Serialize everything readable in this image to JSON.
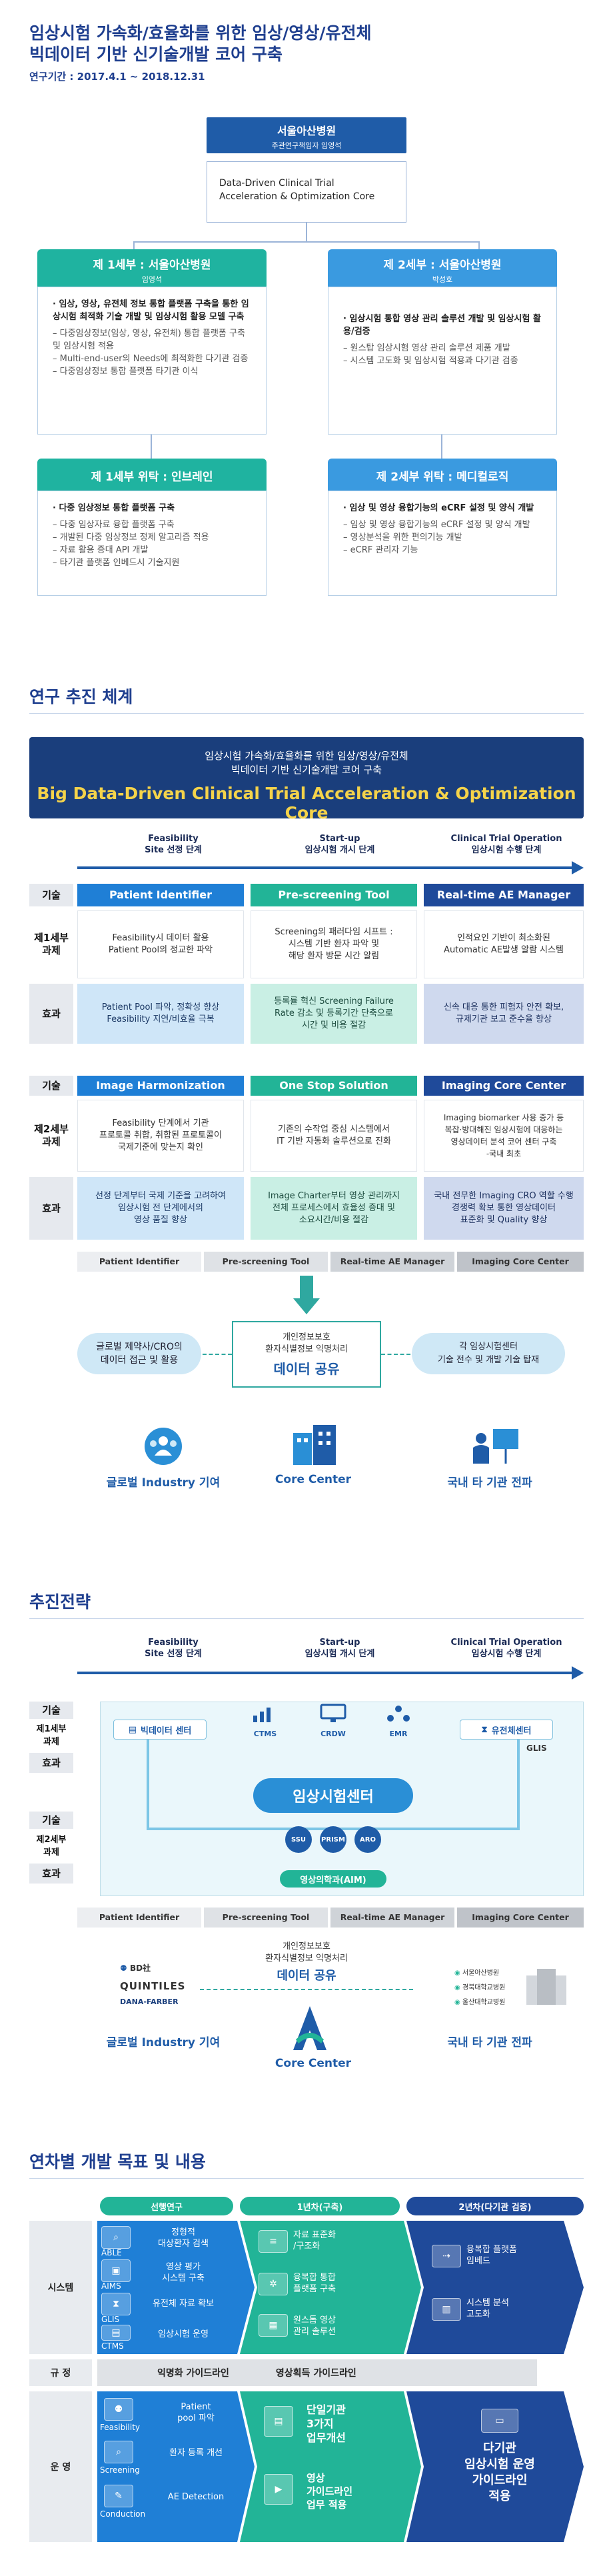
{
  "section1": {
    "title_lines": [
      "임상시험 가속화/효율화를 위한 임상/영상/유전체",
      "빅데이터 기반 신기술개발 코어 구축"
    ],
    "period": "연구기간 : 2017.4.1 ~ 2018.12.31",
    "hq": {
      "name": "서울아산병원",
      "role": "주관연구책임자 임영석"
    },
    "core": "Data-Driven Clinical Trial Acceleration & Optimization Core",
    "sub1": {
      "title": "제 1세부 : 서울아산병원",
      "pi": "임영석",
      "lead": "임상, 영상, 유전체 정보 통합 플랫폼 구축을 통한 임상시험 최적화 기술 개발 및 임상시험 활용 모델 구축",
      "items": [
        "다중임상정보(임상, 영상, 유전체) 통합 플랫폼 구축 및 임상시험 적용",
        "Multi-end-user의 Needs에 최적화한 다기관 검증",
        "다중임상정보 통합 플랫폼 타기관 이식"
      ]
    },
    "sub2": {
      "title": "제 2세부 : 서울아산병원",
      "pi": "박성호",
      "lead": "임상시험 통합 영상 관리 솔루션 개발 및 임상시험 활용/검증",
      "items": [
        "원스탑 임상시험 영상 관리 솔루션 제품 개발",
        "시스템 고도화 및 임상시험 적용과 다기관 검증"
      ]
    },
    "task1": {
      "title": "제 1세부 위탁 : 인브레인",
      "lead": "다중 임상정보 통합 플랫폼 구축",
      "items": [
        "다중 임상자료 융합 플랫폼 구축",
        "개발된 다중 임상정보 정제 알고리즘 적용",
        "자료 활용 증대 API 개발",
        "타기관 플랫폼 인베드시 기술지원"
      ]
    },
    "task2": {
      "title": "제 2세부 위탁 : 메디컬로직",
      "lead": "임상 및 영상 융합기능의 eCRF 설정 및 양식 개발",
      "items": [
        "임상 및 영상 융합기능의 eCRF 설정 및 양식 개발",
        "영상분석을 위한 편의기능 개발",
        "eCRF 관리자 기능"
      ]
    }
  },
  "section2": {
    "heading": "연구 추진 체계",
    "banner": {
      "line1": "임상시험 가속화/효율화를 위한 임상/영상/유전체",
      "line2": "빅데이터 기반 신기술개발 코어 구축",
      "line3": "Big Data-Driven Clinical Trial Acceleration & Optimization Core"
    },
    "phases": [
      {
        "en": "Feasibility",
        "ko": "Site 선정 단계"
      },
      {
        "en": "Start-up",
        "ko": "임상시험 개시 단계"
      },
      {
        "en": "Clinical Trial Operation",
        "ko": "임상시험 수행 단계"
      }
    ],
    "labels": {
      "tech": "기술",
      "effect": "효과",
      "task1": "제1세부\n과제",
      "task2": "제2세부\n과제"
    },
    "t1_heads": [
      "Patient Identifier",
      "Pre-screening Tool",
      "Real-time AE Manager"
    ],
    "t1_body": [
      "Feasibility시 데이터 활용\nPatient Pool의 정교한 파악",
      "Screening의 패러다임 시프트 :\n시스템 기반 환자 파악 및\n해당 환자 방문 시간 알림",
      "인적요인 기반이 최소화된\nAutomatic AE발생 알람 시스템"
    ],
    "t1_eff": [
      "Patient Pool 파악, 정확성 향상\nFeasibility 지연/비효율 극복",
      "등록률 혁신 Screening Failure\nRate 감소 및 등록기간 단축으로\n시간 및 비용 절감",
      "신속 대응 통한 피험자 안전 확보,\n규제기관 보고 준수율 향상"
    ],
    "t2_heads": [
      "Image Harmonization",
      "One Stop Solution",
      "Imaging Core Center"
    ],
    "t2_body": [
      "Feasibility 단계에서 기관\n프로토콜 취합, 취합된 프로토콜이\n국제기준에 맞는지 확인",
      "기존의 수작업 중심 시스템에서\nIT 기반 자동화 솔루션으로 진화",
      "Imaging biomarker 사용 증가 등\n복잡·방대해진 임상시험에 대응하는\n영상데이터 분석 코어 센터 구축\n-국내 최초"
    ],
    "t2_eff": [
      "선정 단계부터 국제 기준을 고려하여\n임상시험 전 단계에서의\n영상 품질 향상",
      "Image Charter부터 영상 관리까지\n전체 프로세스에서 효율성 증대 및\n소요시간/비용 절감",
      "국내 전무한 Imaging CRO 역할 수행\n경쟁력 확보 통한 영상데이터\n표준화 및 Quality 향상"
    ],
    "tabs": [
      "Patient Identifier",
      "Pre-screening Tool",
      "Real-time AE Manager",
      "Imaging Core Center"
    ],
    "share": {
      "line1": "개인정보보호",
      "line2": "환자식별정보 익명처리",
      "main": "데이터 공유"
    },
    "left_box": "글로벌 제약사/CRO의\n데이터 접근 및 활용",
    "right_box": "각 임상시험센터\n기술 전수 및 개발 기술 탑재",
    "bottom": [
      "글로벌 Industry 기여",
      "Core Center",
      "국내 타 기관 전파"
    ]
  },
  "section3": {
    "heading": "추진전략",
    "labels": {
      "tech": "기술",
      "t1": "제1세부\n과제",
      "effect": "효과",
      "t2": "제2세부\n과제"
    },
    "nodes": {
      "bigdata": "빅데이터 센터",
      "ctms": "CTMS",
      "crdw": "CRDW",
      "emr": "EMR",
      "genome": "유전체센터",
      "glis": "GLIS",
      "center": "임상시험센터",
      "ssu": "SSU",
      "prism": "PRISM",
      "aro": "ARO",
      "aim": "영상의학과(AIM)"
    },
    "partners_left": [
      "BD社",
      "QUINTILES",
      "DANA-FARBER"
    ],
    "partners_right": [
      "서울아산병원",
      "경북대학교병원",
      "울산대학교병원"
    ],
    "bottom": [
      "글로벌 Industry 기여",
      "Core Center",
      "국내 타 기관 전파"
    ]
  },
  "section4": {
    "heading": "연차별 개발 목표 및 내용",
    "cols": [
      "선행연구",
      "1년차(구축)",
      "2년차(다기관 검증)"
    ],
    "rows": [
      "시스템",
      "규 정",
      "운 영"
    ],
    "sys_prev": [
      {
        "icon": "ABLE",
        "text": "정형적\n대상환자 검색"
      },
      {
        "icon": "AIMS",
        "text": "영상 평가\n시스템 구축"
      },
      {
        "icon": "GLIS",
        "text": "유전체 자료 확보"
      },
      {
        "icon": "CTMS",
        "text": "임상시험 운영"
      }
    ],
    "sys_y1": [
      "자료 표준화\n/구조화",
      "융복합 통합\n플랫폼 구축",
      "원스톱 영상\n관리 솔루션"
    ],
    "sys_y2": [
      "융복합 플랫폼\n임베드",
      "시스템 분석\n고도화"
    ],
    "reg": [
      "익명화 가이드라인",
      "영상획득 가이드라인"
    ],
    "ops_prev": [
      {
        "icon": "Feasibility",
        "text": "Patient\npool 파악"
      },
      {
        "icon": "Screening",
        "text": "환자 등록 개선"
      },
      {
        "icon": "Conduction",
        "text": "AE Detection"
      }
    ],
    "ops_y1": [
      "단일기관\n3가지\n업무개선",
      "영상\n가이드라인\n업무 적용"
    ],
    "ops_y2": "다기관\n임상시험 운영\n가이드라인\n적용"
  },
  "colors": {
    "navy": "#1a3e7c",
    "blue": "#1f7fd6",
    "green": "#22b497",
    "teal": "#2fa8a0"
  }
}
